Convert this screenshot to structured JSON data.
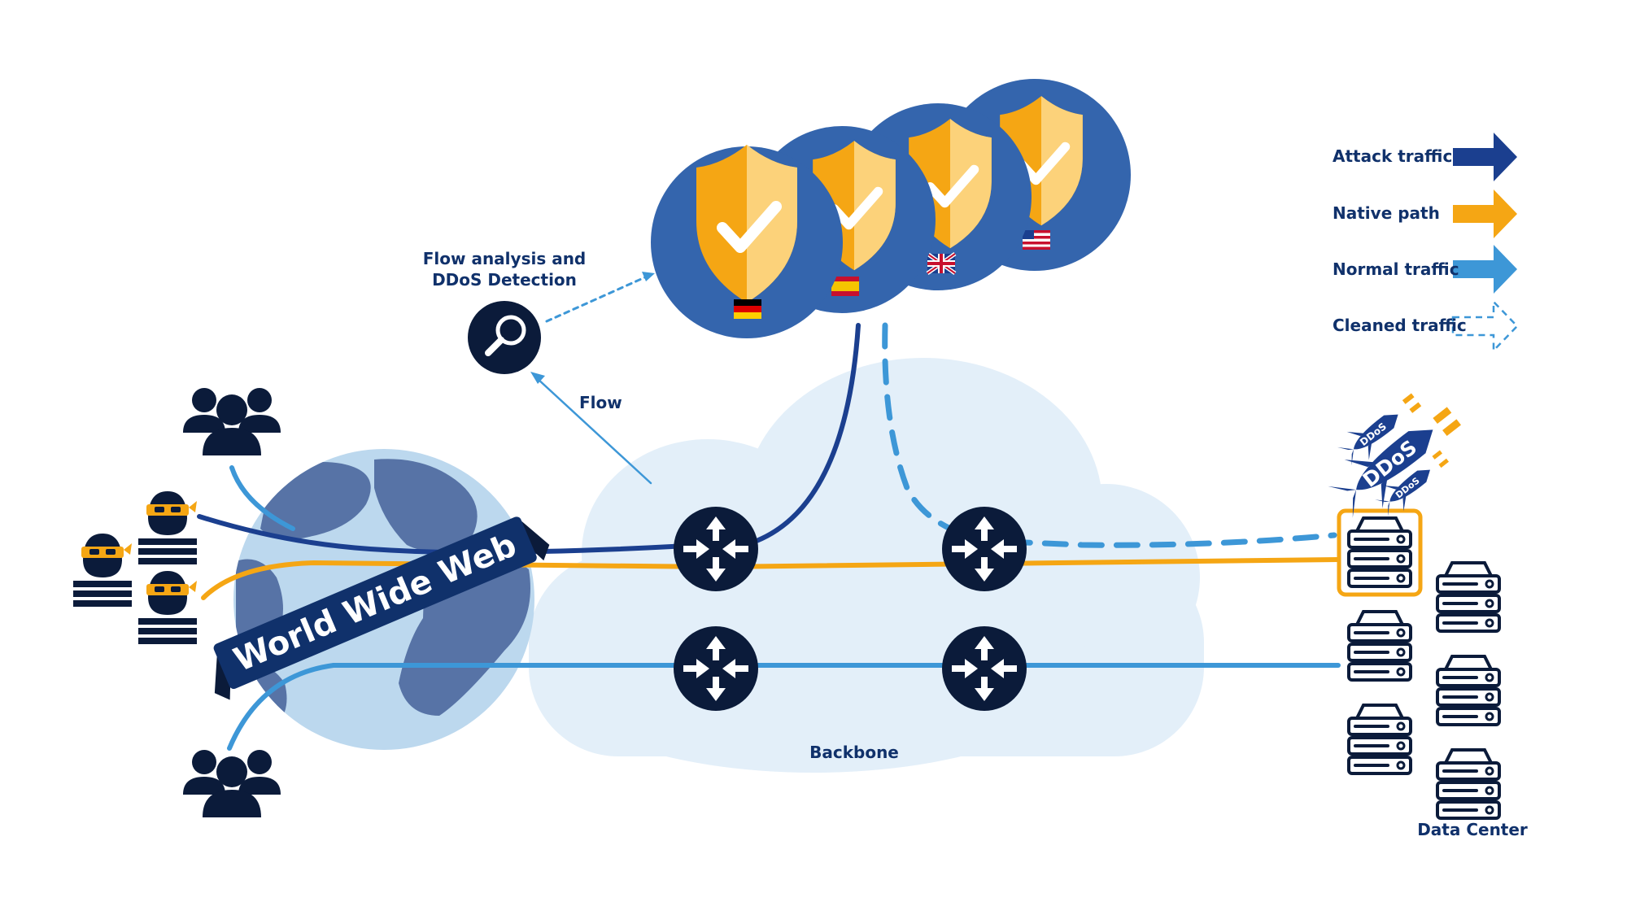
{
  "colors": {
    "attack": "#1b3f8f",
    "native": "#f5a614",
    "normal": "#3d97d7",
    "cleaned": "#3d97d7",
    "navy": "#0b1b3a",
    "text": "#10316b",
    "cloud": "#e3eff9",
    "shield_circle": "#3465ad",
    "shield_gold": "#f5a614",
    "shield_light": "#fcd27a"
  },
  "legend": {
    "items": [
      {
        "label": "Attack traffic",
        "style": "solid-arrow",
        "color": "#1b3f8f"
      },
      {
        "label": "Native path",
        "style": "solid-arrow",
        "color": "#f5a614"
      },
      {
        "label": "Normal traffic",
        "style": "solid-arrow",
        "color": "#3d97d7"
      },
      {
        "label": "Cleaned traffic",
        "style": "dashed-arrow",
        "color": "#3d97d7"
      }
    ]
  },
  "labels": {
    "flow_analysis_line1": "Flow analysis and",
    "flow_analysis_line2": "DDoS Detection",
    "flow": "Flow",
    "backbone": "Backbone",
    "data_center": "Data Center",
    "world_wide_web": "World Wide Web"
  },
  "scrubbing_centers": [
    {
      "country": "Germany",
      "flag": "flag-de-icon"
    },
    {
      "country": "Spain",
      "flag": "flag-es-icon"
    },
    {
      "country": "United Kingdom",
      "flag": "flag-gb-icon"
    },
    {
      "country": "United States",
      "flag": "flag-us-icon"
    }
  ],
  "missile_labels": [
    "DDoS",
    "DDoS",
    "DDoS"
  ],
  "icons": {
    "users": "users-group-icon",
    "attacker": "hacker-icon",
    "router": "router-icon",
    "server": "server-icon",
    "search": "search-icon",
    "globe": "globe-icon",
    "missile": "missile-icon",
    "shield": "shield-check-icon"
  }
}
